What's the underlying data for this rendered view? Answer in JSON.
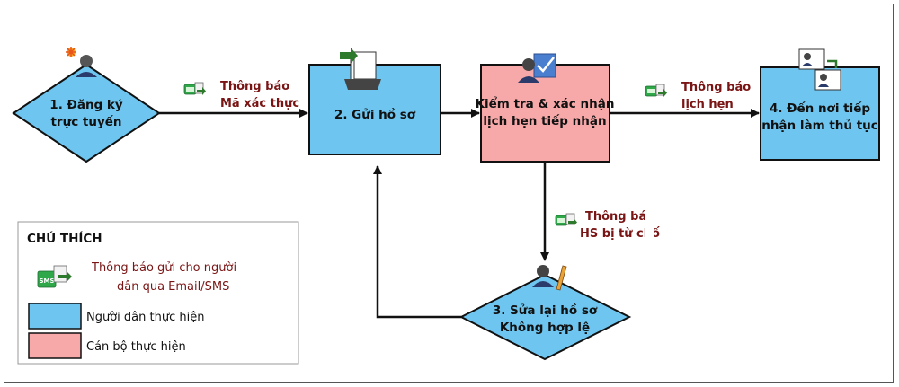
{
  "nodes": {
    "register": {
      "line1": "1. Đăng ký",
      "line2": "trực tuyến"
    },
    "submit": {
      "label": "2. Gửi hồ sơ"
    },
    "check": {
      "line1": "Kiểm tra & xác nhận",
      "line2": "lịch hẹn tiếp nhận"
    },
    "visit": {
      "line1": "4. Đến nơi tiếp",
      "line2": "nhận làm thủ tục"
    },
    "fix": {
      "line1": "3. Sửa lại hồ sơ",
      "line2": "Không hợp lệ"
    }
  },
  "messages": {
    "auth_code": {
      "line1": "Thông báo",
      "line2": "Mã xác thực"
    },
    "appointment": {
      "line1": "Thông báo",
      "line2": "lịch hẹn"
    },
    "rejected": {
      "line1": "Thông báo",
      "line2": "HS bị từ chố"
    }
  },
  "legend": {
    "title": "CHÚ THÍCH",
    "message_line1": "Thông báo gửi cho người",
    "message_line2": "dân qua Email/SMS",
    "citizen": "Người dân thực hiện",
    "officer": "Cán bộ thực hiện",
    "sms_icon_text": "SMS"
  },
  "colors": {
    "citizen": "#6ec6f0",
    "officer": "#f7a8a8",
    "message_text": "#7a1515",
    "sms_icon": "#2fa84a"
  }
}
